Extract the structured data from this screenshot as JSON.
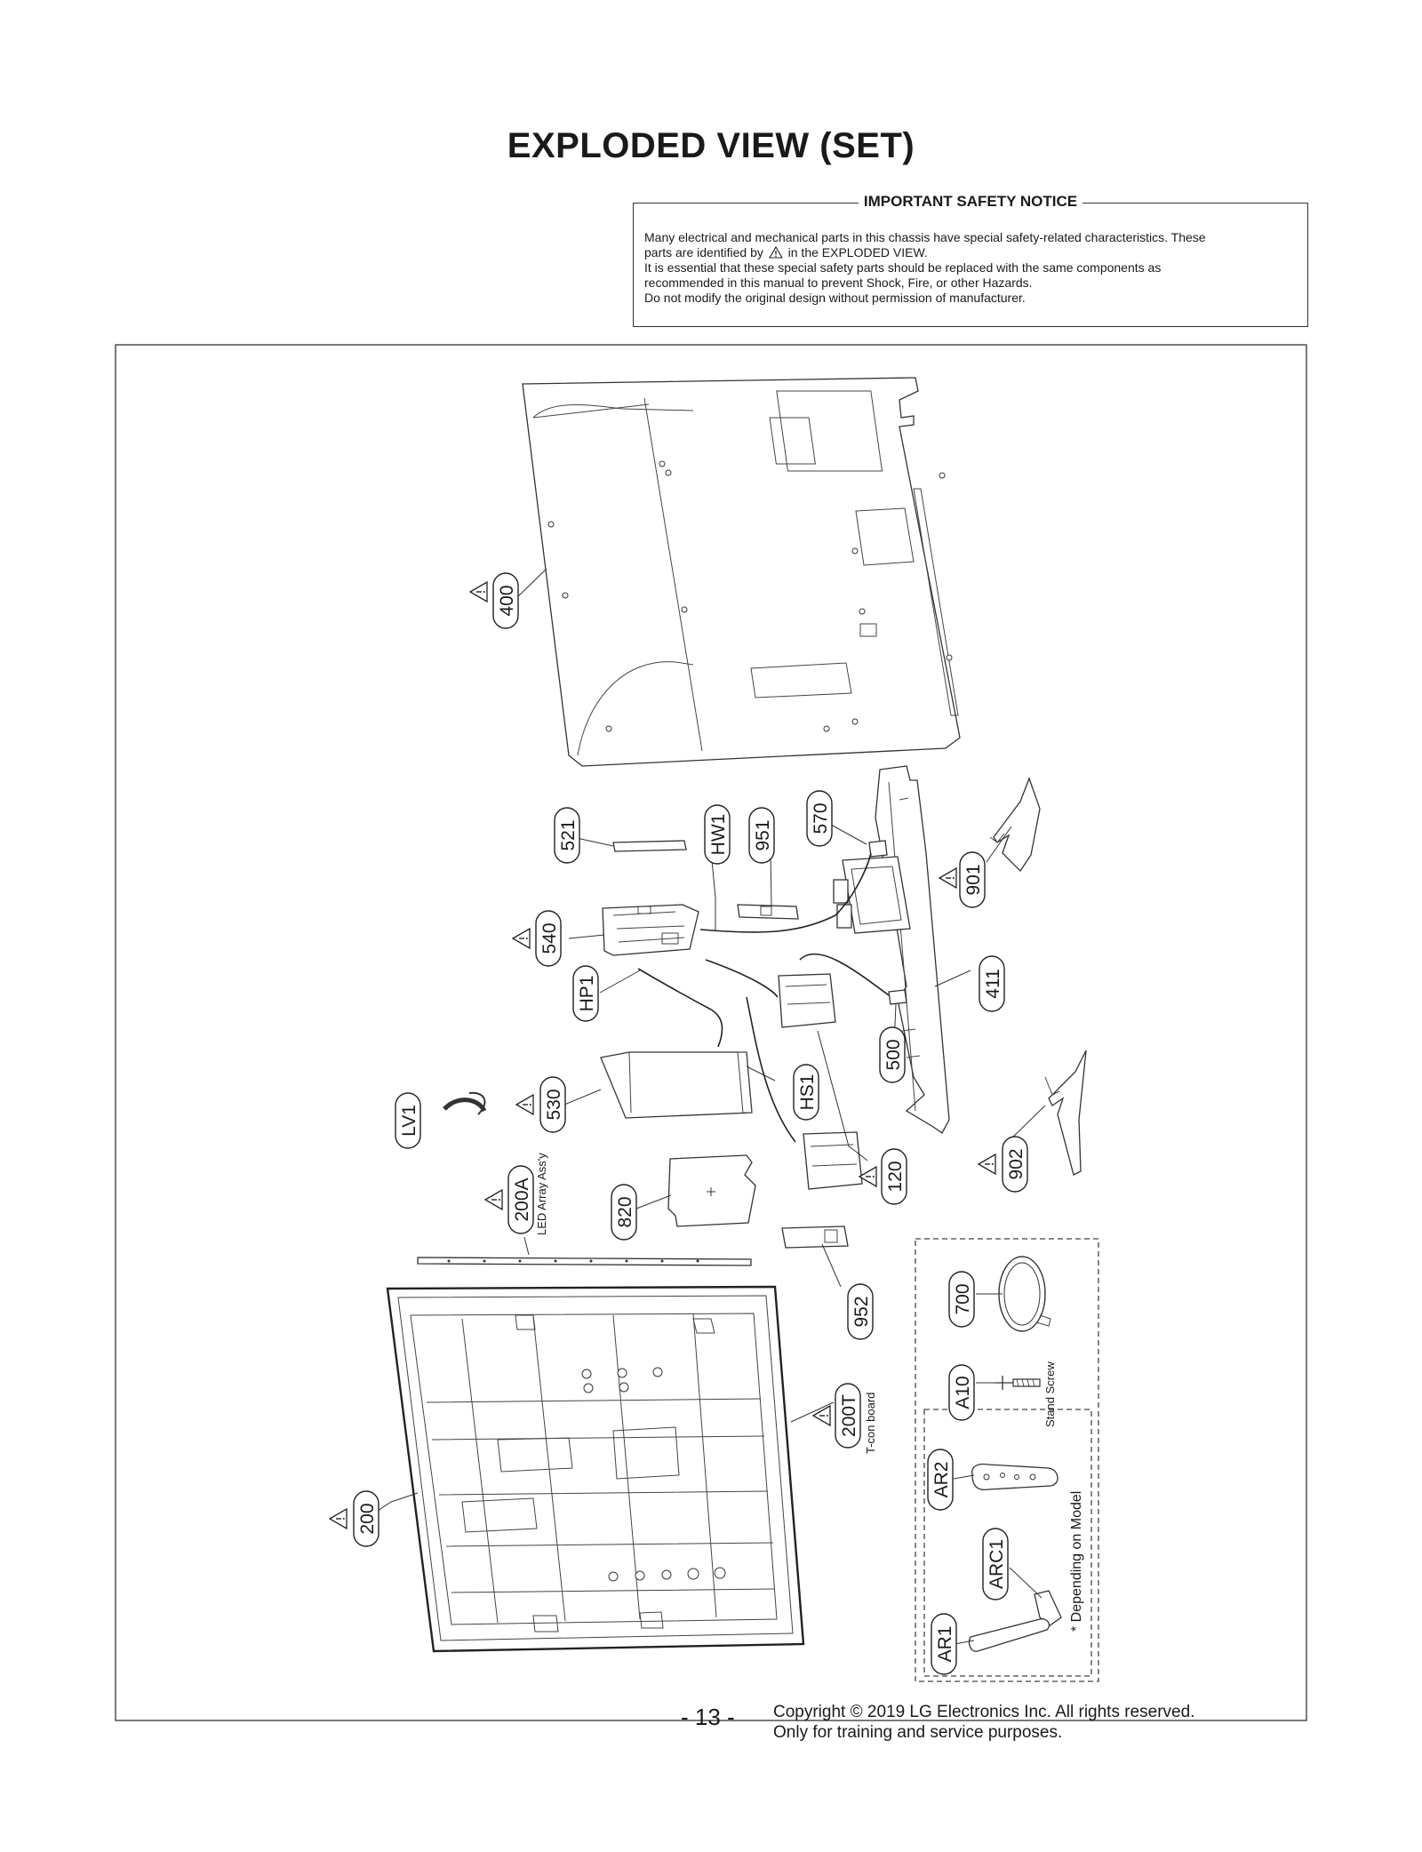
{
  "page": {
    "title": "EXPLODED VIEW (SET)",
    "page_number": "- 13 -",
    "copyright_line1": "Copyright © 2019 LG Electronics Inc. All rights reserved.",
    "copyright_line2": "Only for training and service purposes."
  },
  "notice": {
    "title": "IMPORTANT SAFETY NOTICE",
    "line1": "Many electrical and mechanical parts in this chassis have special safety-related characteristics. These",
    "line2_pre": "parts are identified by",
    "line2_post": "in the EXPLODED VIEW.",
    "line3": "It is essential that these special safety parts should be replaced with the same components as",
    "line4": "recommended in this manual to prevent Shock, Fire, or other Hazards.",
    "line5": "Do not modify the original design without permission of manufacturer."
  },
  "diagram": {
    "labels": {
      "p400": "400",
      "p521": "521",
      "hw1": "HW1",
      "p951": "951",
      "p570": "570",
      "p901": "901",
      "p540": "540",
      "p411": "411",
      "hp1": "HP1",
      "p500": "500",
      "lv1": "LV1",
      "p530": "530",
      "hs1": "HS1",
      "p902": "902",
      "p120": "120",
      "p200a": "200A",
      "p820": "820",
      "p952": "952",
      "p700": "700",
      "a10": "A10",
      "p200t": "200T",
      "ar2": "AR2",
      "p200": "200",
      "arc1": "ARC1",
      "ar1": "AR1"
    },
    "captions": {
      "led_array": "LED Array Ass'y",
      "tcon_board": "T-con board",
      "stand_screw": "Stand Screw",
      "depending": "* Depending on Model"
    }
  }
}
